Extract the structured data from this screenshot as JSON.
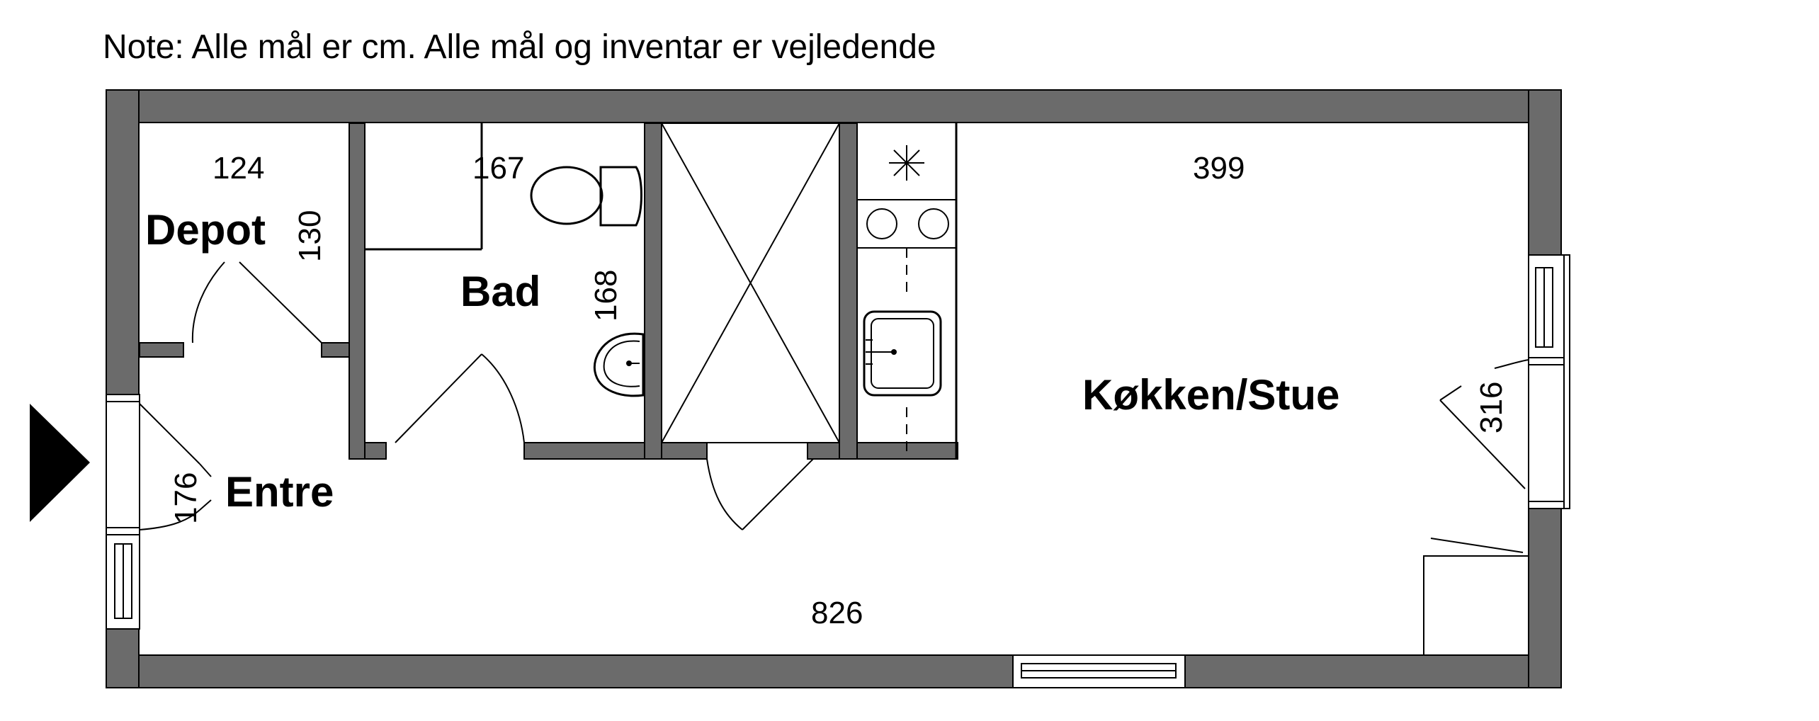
{
  "note": "Note: Alle mål er cm. Alle mål og inventar er vejledende",
  "rooms": {
    "depot": "Depot",
    "bad": "Bad",
    "entre": "Entre",
    "kitchen_living": "Køkken/Stue"
  },
  "dimensions": {
    "depot_width": "124",
    "depot_depth": "130",
    "bad_width": "167",
    "bad_depth": "168",
    "kitchen_width": "399",
    "kitchen_depth": "316",
    "entre_depth": "176",
    "total_width": "826"
  },
  "colors": {
    "wall": "#6b6b6b",
    "line": "#000000",
    "background": "#ffffff"
  }
}
